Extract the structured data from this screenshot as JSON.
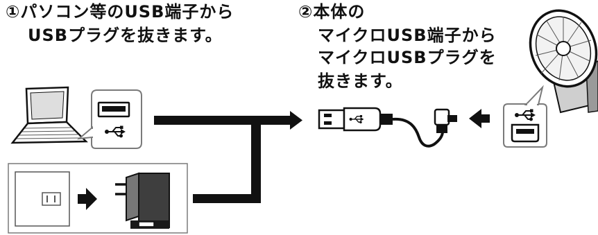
{
  "step1": {
    "line1": "①パソコン等のUSB端子から",
    "line2": "USBプラグを抜きます。"
  },
  "step2": {
    "line1": "②本体の",
    "line2": "マイクロUSB端子から",
    "line3": "マイクロUSBプラグを",
    "line4": "抜きます。"
  },
  "icons": {
    "usb_symbol": "usb-icon",
    "laptop": "laptop-icon",
    "wall_outlet": "wall-outlet-icon",
    "ac_adapter": "ac-adapter-icon",
    "usb_cable": "usb-cable-icon",
    "fan": "fan-icon"
  },
  "colors": {
    "ink": "#111111",
    "background": "#ffffff",
    "callout_border": "#7a7a7a"
  }
}
